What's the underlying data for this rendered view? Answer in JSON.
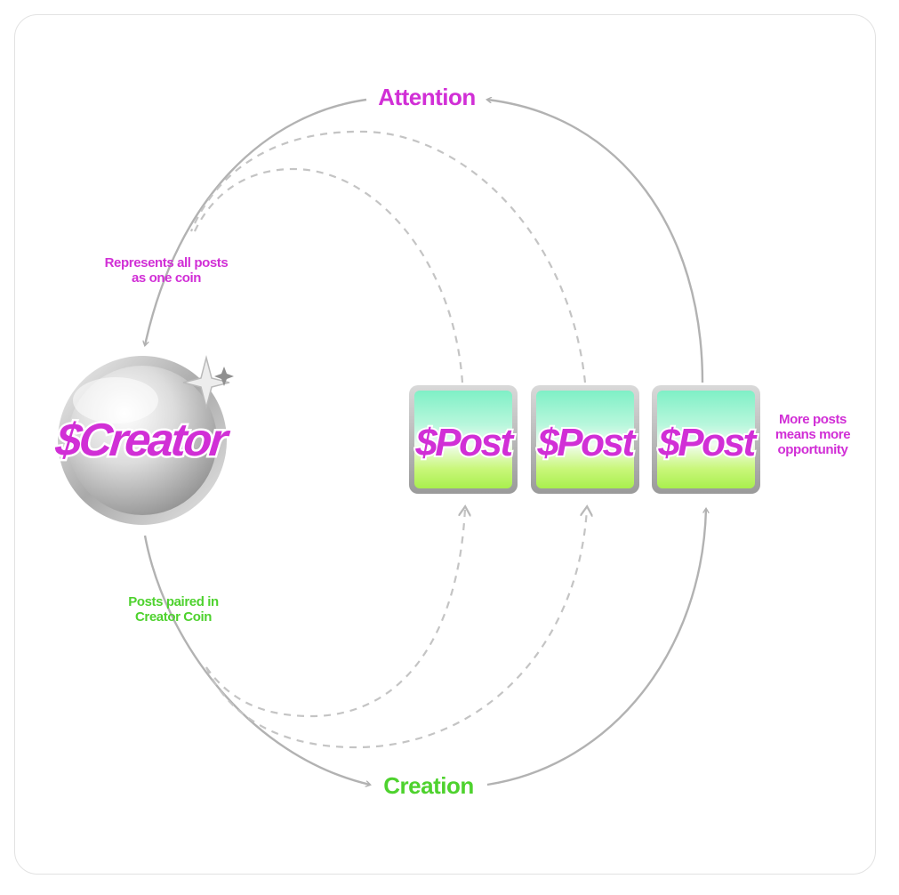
{
  "colors": {
    "magenta": "#d12fd6",
    "green": "#4ed22e",
    "arrow_gray": "#b4b4b4",
    "dashed_gray": "#c4c4c4",
    "silver_light": "#f4f4f4",
    "silver_dark": "#9e9e9e",
    "mint": "#8ef5c4",
    "lime": "#c6f56a"
  },
  "labels": {
    "attention": "Attention",
    "creation": "Creation",
    "represents": "Represents all posts\nas one coin",
    "paired": "Posts paired in\nCreator Coin",
    "more_posts": "More posts\nmeans more\nopportunity"
  },
  "creator_coin": {
    "text": "$Creator",
    "icon": "sparkle-icon"
  },
  "post_tiles": [
    {
      "text": "$Post"
    },
    {
      "text": "$Post"
    },
    {
      "text": "$Post"
    }
  ]
}
